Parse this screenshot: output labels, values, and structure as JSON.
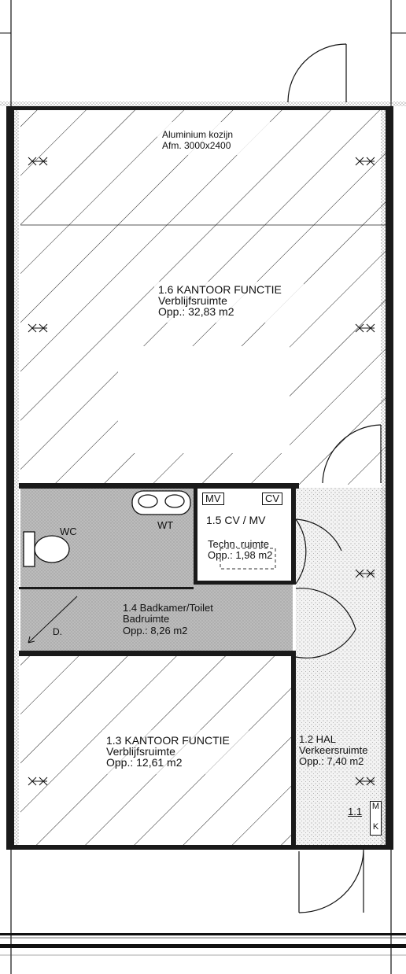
{
  "rooms": {
    "kantoor_1_6": {
      "name": "1.6 KANTOOR FUNCTIE",
      "type": "Verblijfsruimte",
      "area": "Opp.: 32,83 m2"
    },
    "frame": {
      "line1": "Aluminium kozijn",
      "line2": "Afm. 3000x2400"
    },
    "badkamer_1_4": {
      "name": "1.4 Badkamer/Toilet",
      "type": "Badruimte",
      "area": "Opp.: 8,26 m2"
    },
    "wc": "WC",
    "wt": "WT",
    "door_mark": "D.",
    "cv_mv_1_5": {
      "name": "1.5 CV / MV",
      "type": "Techn. ruimte",
      "area": "Opp.: 1,98 m2",
      "tag_mv": "MV",
      "tag_cv": "CV"
    },
    "kantoor_1_3": {
      "name": "1.3 KANTOOR FUNCTIE",
      "type": "Verblijfsruimte",
      "area": "Opp.: 12,61 m2"
    },
    "hal_1_2": {
      "name": "1.2 HAL",
      "type": "Verkeersruimte",
      "area": "Opp.: 7,40 m2"
    },
    "meter": {
      "number": "1.1",
      "m": "M",
      "k": "K"
    }
  },
  "colors": {
    "line": "#111111",
    "wet_fill": "#bdbdbd",
    "hal_fill": "#f1f1f1"
  }
}
